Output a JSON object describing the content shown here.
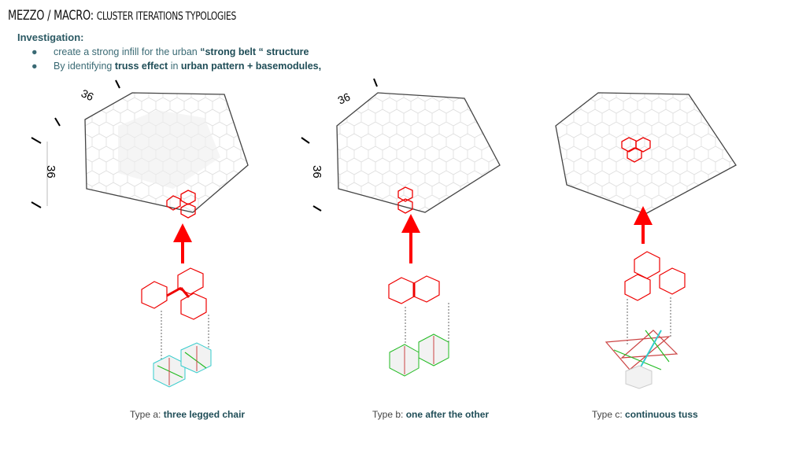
{
  "header": {
    "title_main": "MEZZO / MACRO:",
    "title_sub": "CLUSTER ITERATIONS TYPOLOGIES"
  },
  "investigation": {
    "heading": "Investigation:",
    "bullets": [
      {
        "pre": "create a strong  infill for the urban ",
        "b1": "“strong belt “ structure",
        "mid": "",
        "b2": ""
      },
      {
        "pre": "By identifying ",
        "b1": "truss effect",
        "mid": " in ",
        "b2": "urban pattern + basemodules,"
      }
    ]
  },
  "dimensions": {
    "a_top": "36",
    "a_side": "36",
    "b_top": "36",
    "b_side": "36"
  },
  "types": [
    {
      "prefix": "Type a: ",
      "name": "three legged chair"
    },
    {
      "prefix": "Type b: ",
      "name": "one after the other"
    },
    {
      "prefix": "Type c: ",
      "name": "continuous tuss"
    }
  ],
  "colors": {
    "accent": "#ff0000",
    "text": "#1f4d57",
    "truss_green": "#22bb22",
    "truss_cyan": "#33cccc"
  }
}
